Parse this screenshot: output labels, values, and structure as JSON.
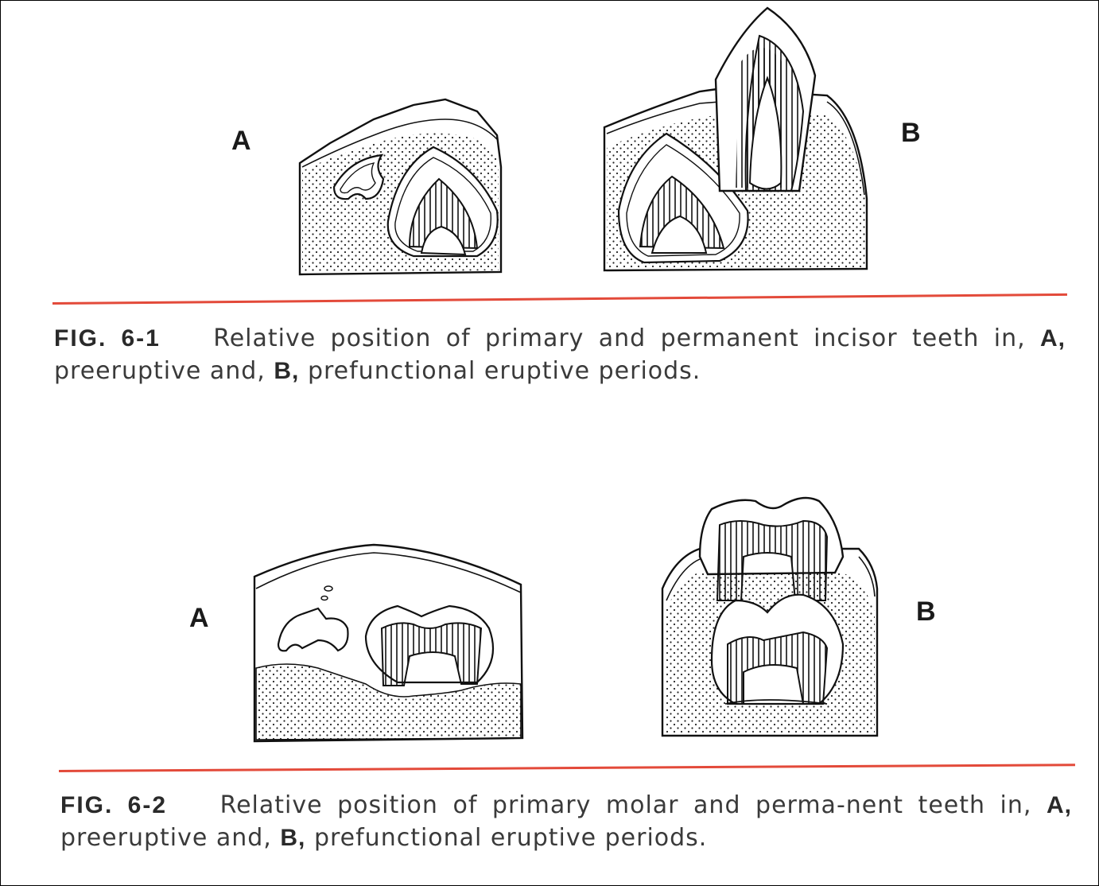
{
  "figure1": {
    "label_a": "A",
    "label_b": "B",
    "number": "FIG. 6-1",
    "text_1": "Relative position of primary and permanent incisor teeth in,",
    "key_a": "A,",
    "text_2": "preeruptive and,",
    "key_b": "B,",
    "text_3": "prefunctional eruptive periods."
  },
  "figure2": {
    "label_a": "A",
    "label_b": "B",
    "number": "FIG. 6-2",
    "text_1": "Relative position of primary molar and perma-nent teeth in,",
    "key_a": "A,",
    "text_2": "preeruptive and,",
    "key_b": "B,",
    "text_3": "prefunctional eruptive periods."
  },
  "colors": {
    "rule": "#e34a3a",
    "ink": "#1a1a1a"
  }
}
